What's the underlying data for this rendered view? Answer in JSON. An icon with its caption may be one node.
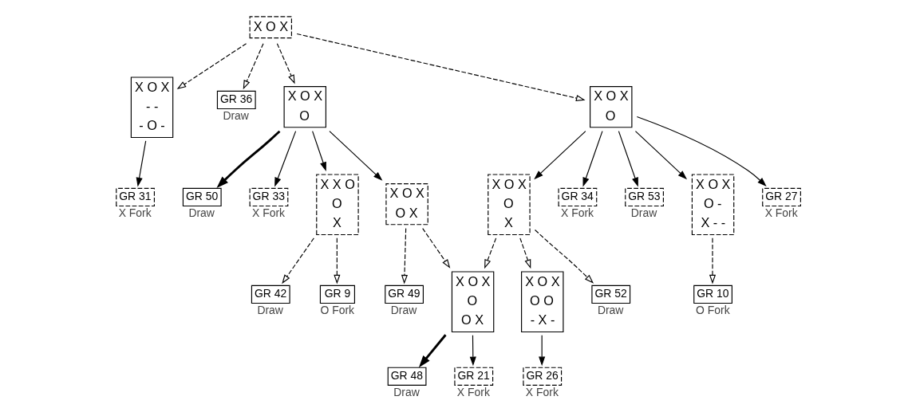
{
  "diagram": {
    "nodes": [
      {
        "text": [
          "X O X"
        ]
      },
      {
        "text": [
          "X O X",
          "- -",
          "- O -"
        ]
      },
      {
        "text": [
          "GR 36"
        ],
        "beside": [
          "Draw"
        ]
      },
      {
        "text": [
          "GR 31"
        ],
        "beside": [
          "X Fork"
        ]
      },
      {
        "text": [
          "X O X",
          "O"
        ]
      },
      {
        "text": [
          "GR 50"
        ],
        "beside": [
          "Draw"
        ]
      },
      {
        "text": [
          "GR 33"
        ],
        "beside": [
          "X Fork"
        ]
      },
      {
        "text": [
          "X X O",
          "O",
          "X"
        ]
      },
      {
        "text": [
          "X O X",
          "O X"
        ]
      },
      {
        "text": [
          "GR 42"
        ],
        "beside": [
          "Draw"
        ]
      },
      {
        "text": [
          "GR 9"
        ],
        "beside": [
          "O Fork"
        ]
      },
      {
        "text": [
          "GR 49"
        ],
        "beside": [
          "Draw"
        ]
      },
      {
        "text": [
          "X O X",
          "O",
          "O X"
        ]
      },
      {
        "text": [
          "GR 48"
        ],
        "beside": [
          "Draw"
        ]
      },
      {
        "text": [
          "GR 21"
        ],
        "beside": [
          "X Fork"
        ]
      },
      {
        "text": [
          "X O X",
          "O"
        ]
      },
      {
        "text": [
          "GR 34"
        ],
        "beside": [
          "X Fork"
        ]
      },
      {
        "text": [
          "GR 53"
        ],
        "beside": [
          "Draw"
        ]
      },
      {
        "text": [
          "X O X",
          "O -",
          "X - -"
        ]
      },
      {
        "text": [
          "X O X",
          "O",
          "X"
        ]
      },
      {
        "text": [
          "GR 27"
        ],
        "beside": [
          "X Fork"
        ]
      },
      {
        "text": [
          "GR 10"
        ],
        "beside": [
          "O Fork"
        ]
      },
      {
        "text": [
          "X O X",
          "O O",
          "- X -"
        ]
      },
      {
        "text": [
          "GR 52"
        ],
        "beside": [
          "Draw"
        ]
      },
      {
        "text": [
          "GR 26"
        ],
        "beside": [
          "X Fork"
        ]
      }
    ],
    "edges": [
      {
        "from": 0,
        "to": 1,
        "arrow": "to",
        "style": "dashed"
      },
      {
        "from": 0,
        "to": 2,
        "arrow": "to",
        "style": "dashed"
      },
      {
        "from": 0,
        "to": 4,
        "arrow": "to",
        "style": "dashed"
      },
      {
        "from": 0,
        "to": 15,
        "arrow": "to",
        "style": "dashed"
      },
      {
        "from": 1,
        "to": 3,
        "arrow": "to"
      },
      {
        "from": 4,
        "to": 5,
        "arrow": "to",
        "style": "thick"
      },
      {
        "from": 4,
        "to": 6,
        "arrow": "to"
      },
      {
        "from": 4,
        "to": 7,
        "arrow": "to"
      },
      {
        "from": 4,
        "to": 8,
        "arrow": "to"
      },
      {
        "from": 7,
        "to": 9,
        "arrow": "to",
        "style": "dashed"
      },
      {
        "from": 7,
        "to": 10,
        "arrow": "to",
        "style": "dashed"
      },
      {
        "from": 8,
        "to": 11,
        "arrow": "to",
        "style": "dashed"
      },
      {
        "from": 8,
        "to": 12,
        "arrow": "to",
        "style": "dashed"
      },
      {
        "from": 12,
        "to": 13,
        "arrow": "to",
        "style": "thick"
      },
      {
        "from": 12,
        "to": 14,
        "arrow": "to"
      },
      {
        "from": 15,
        "to": 16,
        "arrow": "to"
      },
      {
        "from": 15,
        "to": 17,
        "arrow": "to"
      },
      {
        "from": 15,
        "to": 18,
        "arrow": "to"
      },
      {
        "from": 15,
        "to": 19,
        "arrow": "to"
      },
      {
        "from": 15,
        "to": 20,
        "arrow": "to"
      },
      {
        "from": 18,
        "to": 21,
        "arrow": "to",
        "style": "dashed"
      },
      {
        "from": 19,
        "to": 12,
        "arrow": "to",
        "style": "dashed"
      },
      {
        "from": 19,
        "to": 22,
        "arrow": "to",
        "style": "dashed"
      },
      {
        "from": 19,
        "to": 23,
        "arrow": "to",
        "style": "dashed"
      },
      {
        "from": 22,
        "to": 24,
        "arrow": "to"
      }
    ]
  }
}
